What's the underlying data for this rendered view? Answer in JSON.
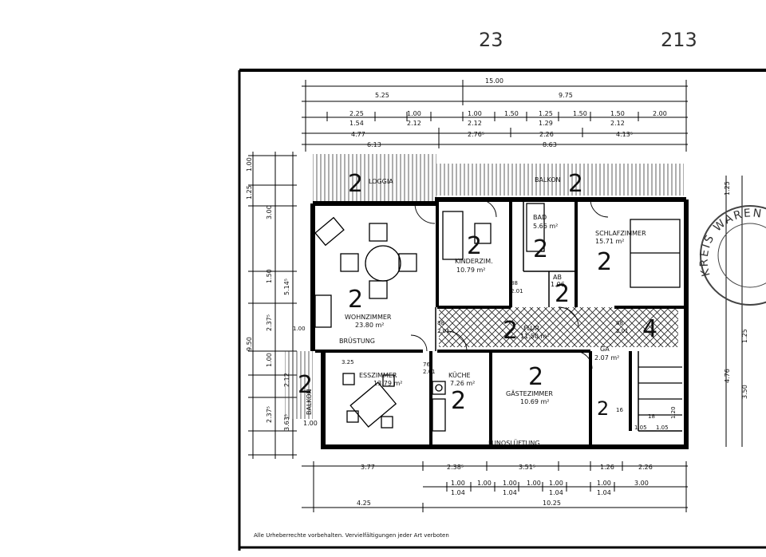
{
  "header_marks": [
    "23",
    "213"
  ],
  "stamp": {
    "text": "KREIS WAREN"
  },
  "rooms": {
    "loggia": {
      "name": "LOGGIA",
      "number": "2"
    },
    "balkon_top": {
      "name": "BALKON",
      "number": "2"
    },
    "wohnzimmer": {
      "name": "WOHNZIMMER",
      "area": "23.80 m²",
      "number": "2"
    },
    "kinderzimmer": {
      "name": "KINDERZIM.",
      "area": "10.79 m²",
      "number": "2"
    },
    "bad": {
      "name": "BAD",
      "area": "5.66 m²",
      "number": "2"
    },
    "schlafzimmer": {
      "name": "SCHLAFZIMMER",
      "area": "15.71 m²",
      "number": "2"
    },
    "wc": {
      "name": "AB",
      "area": "1.06",
      "number": "2"
    },
    "flur": {
      "name": "FLUR",
      "area": "11.50 m²",
      "number": "2"
    },
    "esszimmer": {
      "name": "ESSZIMMER",
      "area": "13.79 m²",
      "number": "2"
    },
    "kueche": {
      "name": "KÜCHE",
      "area": "7.26 m²",
      "number": "2"
    },
    "gaestezimmer": {
      "name": "GÄSTEZIMMER",
      "area": "10.69 m²",
      "number": "2"
    },
    "ga": {
      "name": "GA",
      "area": "2.07 m²"
    },
    "balkon_left": {
      "name": "BALKON",
      "number": "2"
    },
    "stair": {
      "number": "4"
    }
  },
  "labels": {
    "brustung": "BRÜSTUNG",
    "lunosluftung": "LUNOSLÜFTUNG"
  },
  "dims": {
    "top_total": "15.00",
    "top_left": "5.25",
    "top_right": "9.75",
    "top_row3": [
      "2.25",
      "1.54",
      "1.00",
      "2.12",
      "1.00",
      "2.12",
      "1.50",
      "1.25",
      "1.29",
      "1.50",
      "1.50",
      "2.12",
      "2.00"
    ],
    "top_row4": [
      "4.77",
      "2.76⁵",
      "2.26",
      "4.13⁵"
    ],
    "top_row5": [
      "6.13",
      "8.63"
    ],
    "left_total": "9.50",
    "left_segs": [
      "1.00",
      "1.25",
      "3.00",
      "1.50",
      "5.14⁵",
      "2.37⁵",
      "1.00",
      "2.12",
      "3.63⁵",
      "2.37⁵",
      "1.00"
    ],
    "right_segs": [
      "1.25",
      "1.25",
      "4.76",
      "3.50"
    ],
    "bottom_row1": [
      "3.77",
      "2.38⁵",
      "3.51⁵",
      "1.26",
      "2.26"
    ],
    "bottom_row2": [
      "1.00",
      "1.00",
      "1.00",
      "1.00",
      "1.00",
      "1.00",
      "3.00"
    ],
    "bottom_row2_sub": [
      "1.04",
      "1.04",
      "1.04",
      "1.04"
    ],
    "bottom_total_left": "4.25",
    "bottom_total_right": "10.25",
    "interior": [
      "88",
      "2.01",
      "88",
      "2.01",
      "76",
      "2.01",
      "88",
      "2.01",
      "1.00",
      "3.25",
      "16",
      "18",
      "1.05",
      "1.05",
      "1.20"
    ]
  },
  "copyright": "Alle Urheberrechte vorbehalten.  Vervielfältigungen jeder Art verboten"
}
